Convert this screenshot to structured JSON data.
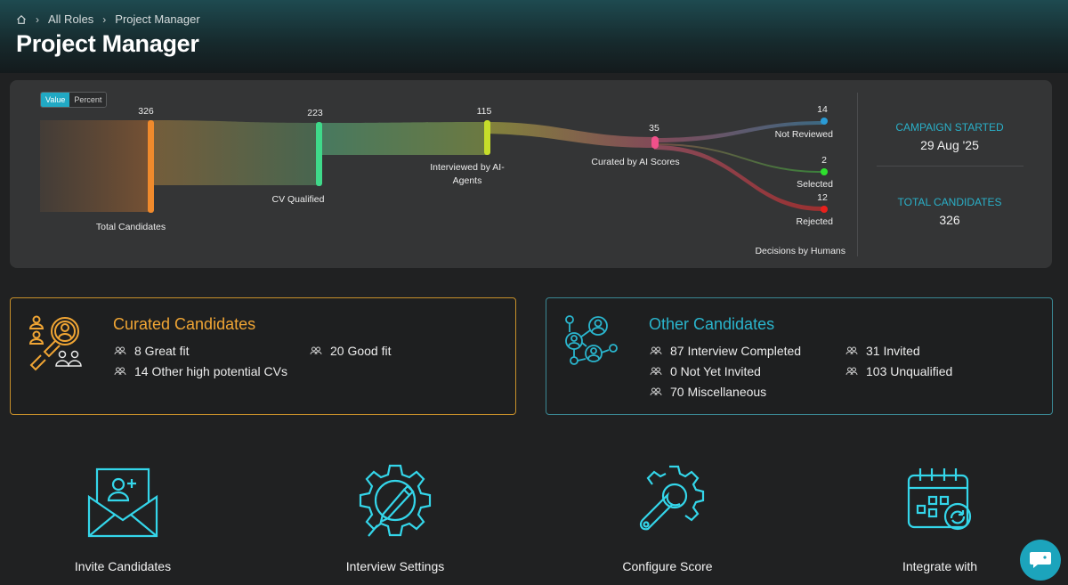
{
  "breadcrumb": {
    "home_icon": "home-icon",
    "items": [
      "All Roles",
      "Project Manager"
    ]
  },
  "page_title": "Project Manager",
  "funnel": {
    "toggle": {
      "value_label": "Value",
      "percent_label": "Percent",
      "selected": "Value"
    },
    "stages": [
      {
        "name": "Total Candidates",
        "value": "326",
        "color": "#f08a2c"
      },
      {
        "name": "CV Qualified",
        "value": "223",
        "color": "#3fd98a"
      },
      {
        "name": "Interviewed by AI-",
        "name2": "Agents",
        "value": "115",
        "color": "#c6de2a"
      },
      {
        "name": "Curated by AI Scores",
        "value": "35",
        "color": "#f0508a"
      }
    ],
    "outcomes": [
      {
        "name": "Not Reviewed",
        "value": "14",
        "color": "#2a9bd6"
      },
      {
        "name": "Selected",
        "value": "2",
        "color": "#2ee02e"
      },
      {
        "name": "Rejected",
        "value": "12",
        "color": "#e8201c"
      }
    ],
    "decisions_label": "Decisions by Humans"
  },
  "campaign": {
    "started_label": "CAMPAIGN STARTED",
    "started_value": "29 Aug '25",
    "total_label": "TOTAL CANDIDATES",
    "total_value": "326"
  },
  "curated": {
    "title": "Curated Candidates",
    "icon": "candidate-search-icon",
    "items": [
      "8 Great fit",
      "20 Good fit",
      "14 Other high potential CVs"
    ],
    "accent": "#f0a534"
  },
  "other": {
    "title": "Other Candidates",
    "icon": "candidate-network-icon",
    "items": [
      "87 Interview Completed",
      "31 Invited",
      "0 Not Yet Invited",
      "103 Unqualified",
      "70 Miscellaneous"
    ],
    "accent": "#2ab5cd"
  },
  "actions": [
    {
      "label": "Invite Candidates",
      "icon": "invite-envelope-icon"
    },
    {
      "label": "Interview Settings",
      "icon": "interview-gear-icon"
    },
    {
      "label": "Configure Score",
      "icon": "wrench-gear-icon"
    },
    {
      "label": "Integrate with",
      "icon": "calendar-sync-icon"
    }
  ],
  "chat_icon": "chat-bubble-icon"
}
